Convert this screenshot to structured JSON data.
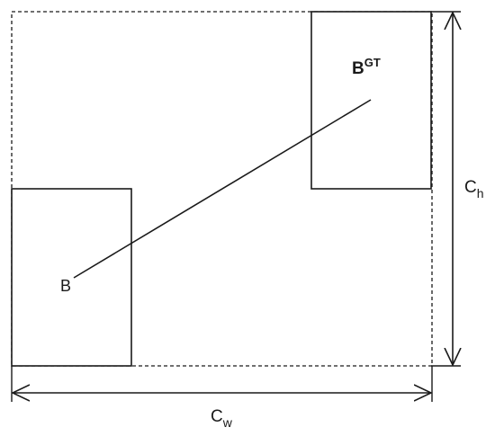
{
  "labels": {
    "box_predicted": "B",
    "box_ground_truth": "B",
    "box_ground_truth_superscript": "GT",
    "enclosing_height_base": "C",
    "enclosing_height_subscript": "h",
    "enclosing_width_base": "C",
    "enclosing_width_subscript": "w"
  },
  "colors": {
    "stroke": "#1a1a1a",
    "background": "#ffffff"
  }
}
